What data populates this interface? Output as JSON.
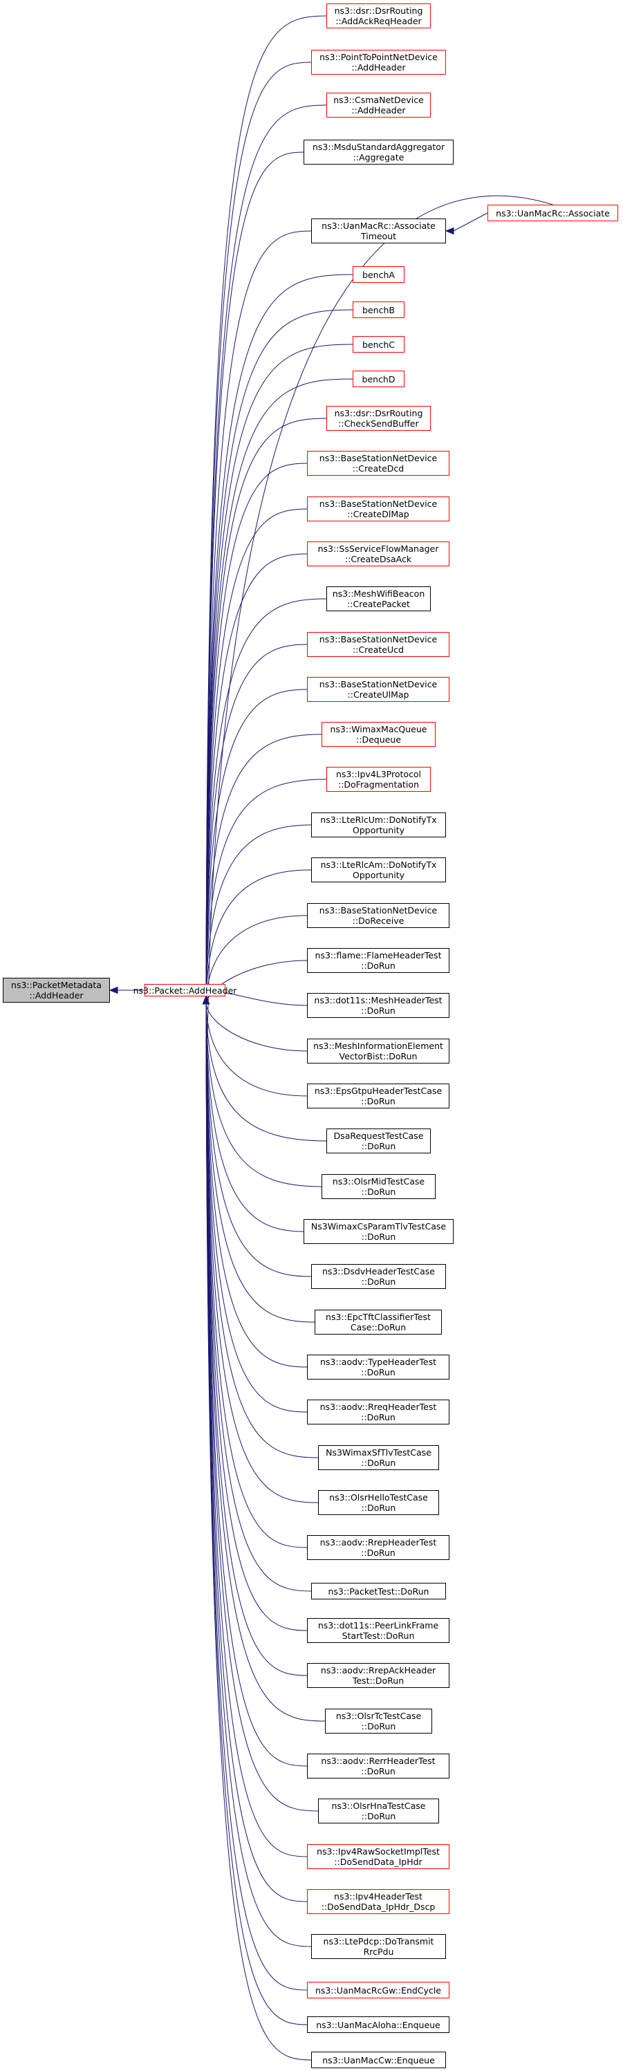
{
  "colors": {
    "edge": "#191970",
    "border_default": "#000000",
    "border_incomplete": "#ff0000",
    "self_fill": "#bfbfbf"
  },
  "nodes": [
    {
      "id": "self",
      "lines": [
        "ns3::PacketMetadata",
        "::AddHeader"
      ],
      "border": "black",
      "self": true
    },
    {
      "id": "add",
      "lines": [
        "ns3::Packet::AddHeader"
      ],
      "border": "red"
    },
    {
      "id": "c0",
      "lines": [
        "ns3::dsr::DsrRouting",
        "::AddAckReqHeader"
      ],
      "border": "red"
    },
    {
      "id": "c1",
      "lines": [
        "ns3::PointToPointNetDevice",
        "::AddHeader"
      ],
      "border": "red"
    },
    {
      "id": "c2",
      "lines": [
        "ns3::CsmaNetDevice",
        "::AddHeader"
      ],
      "border": "red"
    },
    {
      "id": "c3",
      "lines": [
        "ns3::MsduStandardAggregator",
        "::Aggregate"
      ],
      "border": "black"
    },
    {
      "id": "c4",
      "lines": [
        "ns3::UanMacRc::Associate",
        "Timeout"
      ],
      "border": "black"
    },
    {
      "id": "assoc",
      "lines": [
        "ns3::UanMacRc::Associate"
      ],
      "border": "red"
    },
    {
      "id": "c5",
      "lines": [
        "benchA"
      ],
      "border": "red"
    },
    {
      "id": "c6",
      "lines": [
        "benchB"
      ],
      "border": "red"
    },
    {
      "id": "c7",
      "lines": [
        "benchC"
      ],
      "border": "red"
    },
    {
      "id": "c8",
      "lines": [
        "benchD"
      ],
      "border": "red"
    },
    {
      "id": "c9",
      "lines": [
        "ns3::dsr::DsrRouting",
        "::CheckSendBuffer"
      ],
      "border": "red"
    },
    {
      "id": "c10",
      "lines": [
        "ns3::BaseStationNetDevice",
        "::CreateDcd"
      ],
      "border": "red"
    },
    {
      "id": "c11",
      "lines": [
        "ns3::BaseStationNetDevice",
        "::CreateDlMap"
      ],
      "border": "red"
    },
    {
      "id": "c12",
      "lines": [
        "ns3::SsServiceFlowManager",
        "::CreateDsaAck"
      ],
      "border": "red"
    },
    {
      "id": "c13",
      "lines": [
        "ns3::MeshWifiBeacon",
        "::CreatePacket"
      ],
      "border": "black"
    },
    {
      "id": "c14",
      "lines": [
        "ns3::BaseStationNetDevice",
        "::CreateUcd"
      ],
      "border": "red"
    },
    {
      "id": "c15",
      "lines": [
        "ns3::BaseStationNetDevice",
        "::CreateUlMap"
      ],
      "border": "red"
    },
    {
      "id": "c16",
      "lines": [
        "ns3::WimaxMacQueue",
        "::Dequeue"
      ],
      "border": "red"
    },
    {
      "id": "c17",
      "lines": [
        "ns3::Ipv4L3Protocol",
        "::DoFragmentation"
      ],
      "border": "red"
    },
    {
      "id": "c18",
      "lines": [
        "ns3::LteRlcUm::DoNotifyTx",
        "Opportunity"
      ],
      "border": "black"
    },
    {
      "id": "c19",
      "lines": [
        "ns3::LteRlcAm::DoNotifyTx",
        "Opportunity"
      ],
      "border": "black"
    },
    {
      "id": "c20",
      "lines": [
        "ns3::BaseStationNetDevice",
        "::DoReceive"
      ],
      "border": "black"
    },
    {
      "id": "c21",
      "lines": [
        "ns3::flame::FlameHeaderTest",
        "::DoRun"
      ],
      "border": "black"
    },
    {
      "id": "c22",
      "lines": [
        "ns3::dot11s::MeshHeaderTest",
        "::DoRun"
      ],
      "border": "black"
    },
    {
      "id": "c23",
      "lines": [
        "ns3::MeshInformationElement",
        "VectorBist::DoRun"
      ],
      "border": "black"
    },
    {
      "id": "c24",
      "lines": [
        "ns3::EpsGtpuHeaderTestCase",
        "::DoRun"
      ],
      "border": "black"
    },
    {
      "id": "c25",
      "lines": [
        "DsaRequestTestCase",
        "::DoRun"
      ],
      "border": "black"
    },
    {
      "id": "c26",
      "lines": [
        "ns3::OlsrMidTestCase",
        "::DoRun"
      ],
      "border": "black"
    },
    {
      "id": "c27",
      "lines": [
        "Ns3WimaxCsParamTlvTestCase",
        "::DoRun"
      ],
      "border": "black"
    },
    {
      "id": "c28",
      "lines": [
        "ns3::DsdvHeaderTestCase",
        "::DoRun"
      ],
      "border": "black"
    },
    {
      "id": "c29",
      "lines": [
        "ns3::EpcTftClassifierTest",
        "Case::DoRun"
      ],
      "border": "black"
    },
    {
      "id": "c30",
      "lines": [
        "ns3::aodv::TypeHeaderTest",
        "::DoRun"
      ],
      "border": "black"
    },
    {
      "id": "c31",
      "lines": [
        "ns3::aodv::RreqHeaderTest",
        "::DoRun"
      ],
      "border": "black"
    },
    {
      "id": "c32",
      "lines": [
        "Ns3WimaxSfTlvTestCase",
        "::DoRun"
      ],
      "border": "black"
    },
    {
      "id": "c33",
      "lines": [
        "ns3::OlsrHelloTestCase",
        "::DoRun"
      ],
      "border": "black"
    },
    {
      "id": "c34",
      "lines": [
        "ns3::aodv::RrepHeaderTest",
        "::DoRun"
      ],
      "border": "black"
    },
    {
      "id": "c35",
      "lines": [
        "ns3::PacketTest::DoRun"
      ],
      "border": "black"
    },
    {
      "id": "c36",
      "lines": [
        "ns3::dot11s::PeerLinkFrame",
        "StartTest::DoRun"
      ],
      "border": "black"
    },
    {
      "id": "c37",
      "lines": [
        "ns3::aodv::RrepAckHeader",
        "Test::DoRun"
      ],
      "border": "black"
    },
    {
      "id": "c38",
      "lines": [
        "ns3::OlsrTcTestCase",
        "::DoRun"
      ],
      "border": "black"
    },
    {
      "id": "c39",
      "lines": [
        "ns3::aodv::RerrHeaderTest",
        "::DoRun"
      ],
      "border": "black"
    },
    {
      "id": "c40",
      "lines": [
        "ns3::OlsrHnaTestCase",
        "::DoRun"
      ],
      "border": "black"
    },
    {
      "id": "c41",
      "lines": [
        "ns3::Ipv4RawSocketImplTest",
        "::DoSendData_IpHdr"
      ],
      "border": "red"
    },
    {
      "id": "c42",
      "lines": [
        "ns3::Ipv4HeaderTest",
        "::DoSendData_IpHdr_Dscp"
      ],
      "border": "red"
    },
    {
      "id": "c43",
      "lines": [
        "ns3::LtePdcp::DoTransmit",
        "RrcPdu"
      ],
      "border": "black"
    },
    {
      "id": "c44",
      "lines": [
        "ns3::UanMacRcGw::EndCycle"
      ],
      "border": "red"
    },
    {
      "id": "c45",
      "lines": [
        "ns3::UanMacAloha::Enqueue"
      ],
      "border": "black"
    },
    {
      "id": "c46",
      "lines": [
        "ns3::UanMacCw::Enqueue"
      ],
      "border": "black"
    }
  ],
  "edges": [
    {
      "from": "add",
      "to": "self"
    },
    {
      "from": "assoc",
      "to": "c4"
    },
    {
      "from": "assoc",
      "to": "add"
    },
    {
      "from": "c0",
      "to": "add"
    },
    {
      "from": "c1",
      "to": "add"
    },
    {
      "from": "c2",
      "to": "add"
    },
    {
      "from": "c3",
      "to": "add"
    },
    {
      "from": "c4",
      "to": "add"
    },
    {
      "from": "c5",
      "to": "add"
    },
    {
      "from": "c6",
      "to": "add"
    },
    {
      "from": "c7",
      "to": "add"
    },
    {
      "from": "c8",
      "to": "add"
    },
    {
      "from": "c9",
      "to": "add"
    },
    {
      "from": "c10",
      "to": "add"
    },
    {
      "from": "c11",
      "to": "add"
    },
    {
      "from": "c12",
      "to": "add"
    },
    {
      "from": "c13",
      "to": "add"
    },
    {
      "from": "c14",
      "to": "add"
    },
    {
      "from": "c15",
      "to": "add"
    },
    {
      "from": "c16",
      "to": "add"
    },
    {
      "from": "c17",
      "to": "add"
    },
    {
      "from": "c18",
      "to": "add"
    },
    {
      "from": "c19",
      "to": "add"
    },
    {
      "from": "c20",
      "to": "add"
    },
    {
      "from": "c21",
      "to": "add"
    },
    {
      "from": "c22",
      "to": "add"
    },
    {
      "from": "c23",
      "to": "add"
    },
    {
      "from": "c24",
      "to": "add"
    },
    {
      "from": "c25",
      "to": "add"
    },
    {
      "from": "c26",
      "to": "add"
    },
    {
      "from": "c27",
      "to": "add"
    },
    {
      "from": "c28",
      "to": "add"
    },
    {
      "from": "c29",
      "to": "add"
    },
    {
      "from": "c30",
      "to": "add"
    },
    {
      "from": "c31",
      "to": "add"
    },
    {
      "from": "c32",
      "to": "add"
    },
    {
      "from": "c33",
      "to": "add"
    },
    {
      "from": "c34",
      "to": "add"
    },
    {
      "from": "c35",
      "to": "add"
    },
    {
      "from": "c36",
      "to": "add"
    },
    {
      "from": "c37",
      "to": "add"
    },
    {
      "from": "c38",
      "to": "add"
    },
    {
      "from": "c39",
      "to": "add"
    },
    {
      "from": "c40",
      "to": "add"
    },
    {
      "from": "c41",
      "to": "add"
    },
    {
      "from": "c42",
      "to": "add"
    },
    {
      "from": "c43",
      "to": "add"
    },
    {
      "from": "c44",
      "to": "add"
    },
    {
      "from": "c45",
      "to": "add"
    },
    {
      "from": "c46",
      "to": "add"
    }
  ]
}
